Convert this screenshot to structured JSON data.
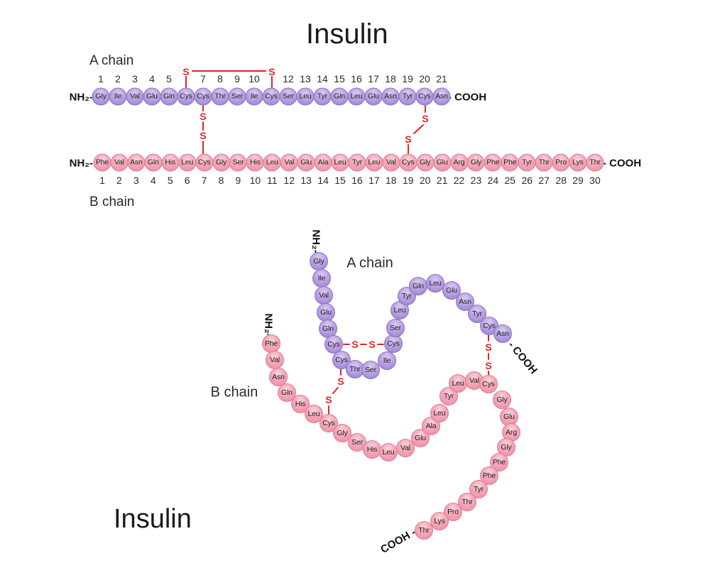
{
  "titles": {
    "top": "Insulin",
    "bottom": "Insulin"
  },
  "linear": {
    "a_label": "A chain",
    "b_label": "B chain",
    "a_nh2": "NH₂-",
    "a_cooh": "- COOH",
    "b_nh2": "NH₂-",
    "b_cooh": "- COOH"
  },
  "folded": {
    "a_label": "A chain",
    "b_label": "B chain",
    "a_nh2": "NH₂-",
    "a_cooh": "- COOH",
    "b_nh2": "NH₂-",
    "b_cooh": "COOH -"
  },
  "sulfur": "S",
  "a_chain": {
    "residues": [
      "Gly",
      "Ile",
      "Val",
      "Glu",
      "Gln",
      "Cys",
      "Cys",
      "Thr",
      "Ser",
      "Ile",
      "Cys",
      "Ser",
      "Leu",
      "Tyr",
      "Gln",
      "Leu",
      "Glu",
      "Asn",
      "Tyr",
      "Cys",
      "Asn"
    ],
    "numbers": [
      "1",
      "2",
      "3",
      "4",
      "5",
      "",
      "7",
      "8",
      "9",
      "10",
      "",
      "12",
      "13",
      "14",
      "15",
      "16",
      "17",
      "18",
      "19",
      "20",
      "21"
    ]
  },
  "b_chain": {
    "residues": [
      "Phe",
      "Val",
      "Asn",
      "Gln",
      "His",
      "Leu",
      "Cys",
      "Gly",
      "Ser",
      "His",
      "Leu",
      "Val",
      "Glu",
      "Ala",
      "Leu",
      "Tyr",
      "Leu",
      "Val",
      "Cys",
      "Gly",
      "Glu",
      "Arg",
      "Gly",
      "Phe",
      "Phe",
      "Tyr",
      "Thr",
      "Pro",
      "Lys",
      "Thr"
    ],
    "numbers": [
      "1",
      "2",
      "3",
      "4",
      "5",
      "6",
      "7",
      "8",
      "9",
      "10",
      "11",
      "12",
      "13",
      "14",
      "15",
      "16",
      "17",
      "18",
      "19",
      "20",
      "21",
      "22",
      "23",
      "24",
      "25",
      "26",
      "27",
      "28",
      "29",
      "30"
    ]
  },
  "colors": {
    "a_bead": "#b7a0e2",
    "b_bead": "#f4a6b8",
    "bond": "#e02525",
    "text": "#1a1a1a"
  }
}
